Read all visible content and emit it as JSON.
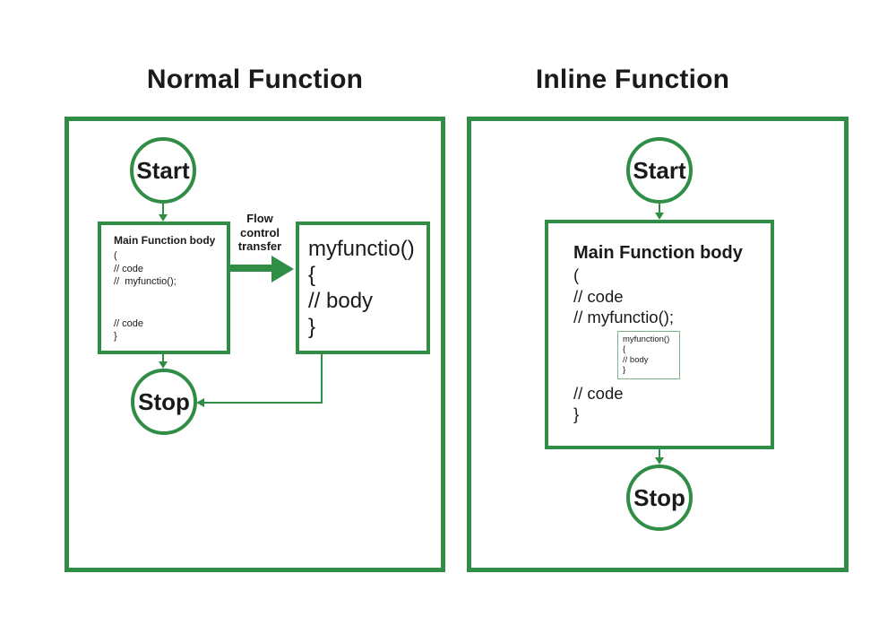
{
  "colors": {
    "green": "#2f8d46",
    "inner_box_green": "#7cb489",
    "text": "#1a1a1a"
  },
  "left_panel": {
    "title": "Normal Function",
    "start_label": "Start",
    "stop_label": "Stop",
    "flow_label": {
      "line1": "Flow",
      "line2": "control",
      "line3": "transfer"
    },
    "main_box": {
      "title": "Main Function body",
      "lines_before": [
        "(",
        "// code",
        "//  myfunctio();"
      ],
      "lines_after": [
        "// code",
        "}"
      ]
    },
    "callee_box": {
      "lines": [
        "myfunctio()",
        "{",
        "// body",
        "}"
      ]
    }
  },
  "right_panel": {
    "title": "Inline Function",
    "start_label": "Start",
    "stop_label": "Stop",
    "main_box": {
      "title": "Main Function body",
      "lines_before": [
        "(",
        "// code",
        "// myfunctio();"
      ],
      "inline_box_lines": [
        "myfunction()",
        "{",
        "// body",
        "}"
      ],
      "lines_after": [
        "// code",
        "}"
      ]
    }
  }
}
